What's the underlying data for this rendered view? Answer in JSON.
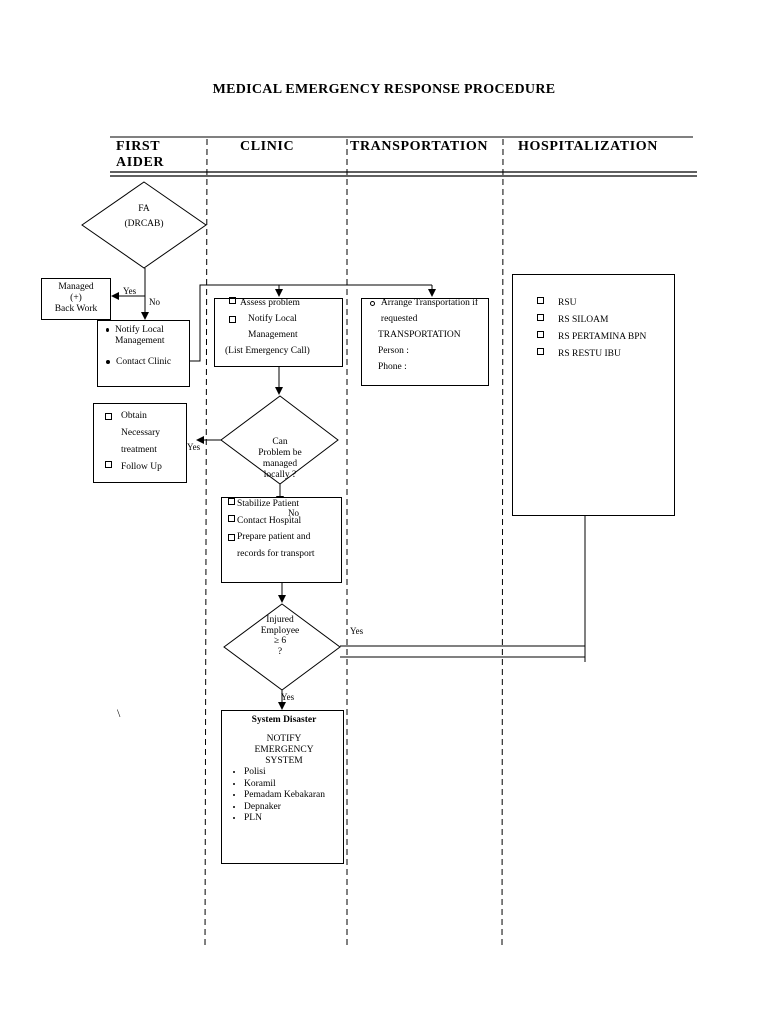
{
  "title": "MEDICAL EMERGENCY RESPONSE PROCEDURE",
  "lanes": [
    "FIRST AIDER",
    "CLINIC",
    "TRANSPORTATION",
    "HOSPITALIZATION"
  ],
  "fa_decision": {
    "line1": "FA",
    "line2": "(DRCAB)"
  },
  "managed_box": {
    "line1": "Managed",
    "line2": "(+)",
    "line3": "Back Work"
  },
  "first_aider_box": {
    "items": [
      "Notify Local Management",
      "Contact Clinic"
    ]
  },
  "assess_box": {
    "items": [
      "Assess problem",
      "Notify Local Management"
    ],
    "footer": "(List Emergency Call)"
  },
  "transport_box": {
    "item": "Arrange Transportation if requested",
    "lines": [
      "TRANSPORTATION",
      "Person :",
      "Phone :"
    ]
  },
  "hospital_box": {
    "items": [
      "RSU",
      "RS SILOAM",
      "RS PERTAMINA BPN",
      "RS RESTU IBU"
    ]
  },
  "obtain_box": {
    "items": [
      "Obtain Necessary treatment",
      "Follow Up"
    ]
  },
  "can_decision": {
    "lines": [
      "Can",
      "Problem be",
      "managed",
      "locally ?"
    ]
  },
  "stabilize_box": {
    "items": [
      "Stabilize Patient",
      "Contact Hospital",
      "Prepare patient and records for transport"
    ]
  },
  "injured_decision": {
    "lines": [
      "Injured",
      "Employee",
      "≥ 6",
      "?"
    ]
  },
  "disaster_box": {
    "heading": "System Disaster",
    "notify": [
      "NOTIFY",
      "EMERGENCY",
      "SYSTEM"
    ],
    "items": [
      "Polisi",
      "Koramil",
      "Pemadam Kebakaran",
      "Depnaker",
      "PLN"
    ]
  },
  "labels": {
    "yes_managed": "Yes",
    "no_fa": "No",
    "yes_obtain": "Yes",
    "no_can": "No",
    "yes_hospital": "Yes",
    "yes_disaster": "Yes",
    "stray_mark": "\\"
  }
}
